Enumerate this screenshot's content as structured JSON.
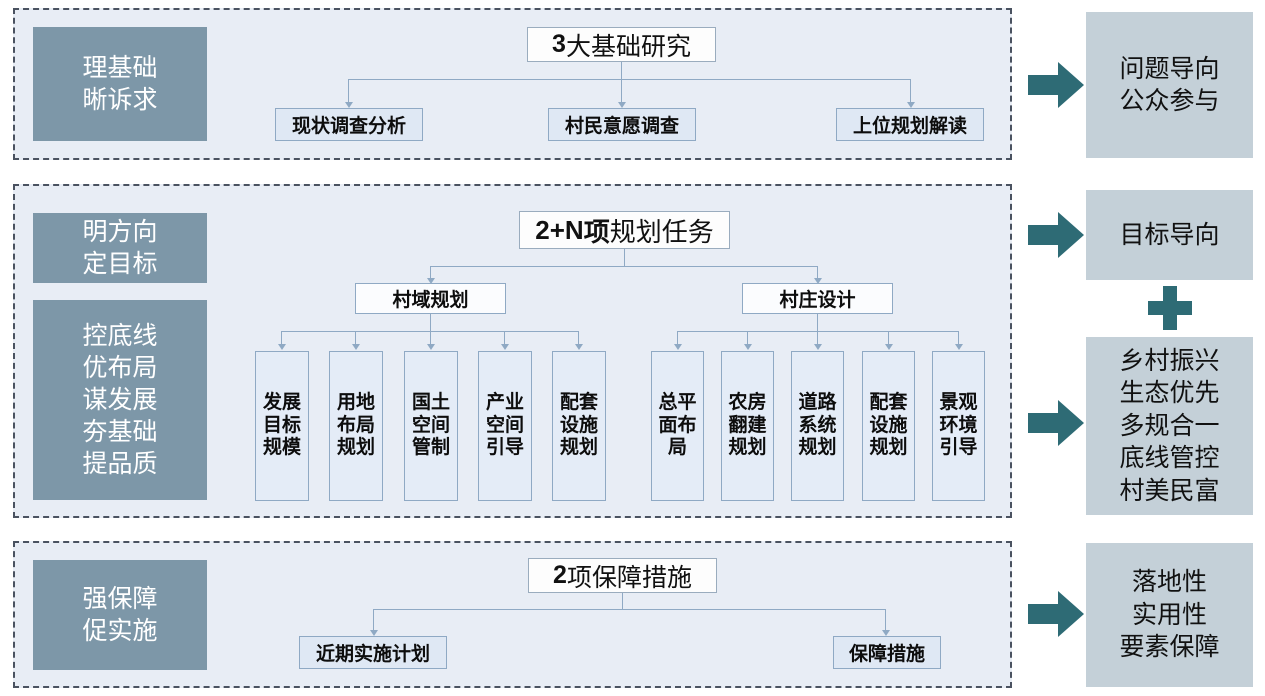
{
  "colors": {
    "panel_bg": "#e8edf5",
    "panel_border": "#4a5260",
    "slate": "#7d97a8",
    "subbox": "#dfe8f4",
    "subbox_border": "#8fa9c4",
    "grey_block": "#c4d0d8",
    "teal": "#2e6b75",
    "connector": "#8fa9c4"
  },
  "sections": [
    {
      "id": "research",
      "stage_label": "理基础\n晰诉求",
      "stage_lines": [
        "理基础",
        "晰诉求"
      ],
      "header": {
        "num": "3",
        "rest": "大基础研究"
      },
      "children": [
        {
          "label": "现状调查分析"
        },
        {
          "label": "村民意愿调查"
        },
        {
          "label": "上位规划解读"
        }
      ],
      "outcome": {
        "lines": [
          "问题导向",
          "公众参与"
        ]
      }
    },
    {
      "id": "tasks",
      "stage_labels": [
        {
          "lines": [
            "明方向",
            "定目标"
          ]
        },
        {
          "lines": [
            "控底线",
            "优布局",
            "谋发展",
            "夯基础",
            "提品质"
          ]
        }
      ],
      "header": {
        "num": "2+N",
        "mid": "项",
        "rest": "规划任务"
      },
      "branches": [
        {
          "label": "村域规划",
          "items": [
            {
              "lines": [
                "发展",
                "目标",
                "规模"
              ]
            },
            {
              "lines": [
                "用地",
                "布局",
                "规划"
              ]
            },
            {
              "lines": [
                "国土",
                "空间",
                "管制"
              ]
            },
            {
              "lines": [
                "产业",
                "空间",
                "引导"
              ]
            },
            {
              "lines": [
                "配套",
                "设施",
                "规划"
              ]
            }
          ]
        },
        {
          "label": "村庄设计",
          "items": [
            {
              "lines": [
                "总平",
                "面布",
                "局"
              ]
            },
            {
              "lines": [
                "农房",
                "翻建",
                "规划"
              ]
            },
            {
              "lines": [
                "道路",
                "系统",
                "规划"
              ]
            },
            {
              "lines": [
                "配套",
                "设施",
                "规划"
              ]
            },
            {
              "lines": [
                "景观",
                "环境",
                "引导"
              ]
            }
          ]
        }
      ],
      "outcomes": [
        {
          "lines": [
            "目标导向"
          ]
        },
        {
          "lines": [
            "乡村振兴",
            "生态优先",
            "多规合一",
            "底线管控",
            "村美民富"
          ]
        }
      ],
      "connector_symbol": "plus"
    },
    {
      "id": "safeguards",
      "stage_lines": [
        "强保障",
        "促实施"
      ],
      "header": {
        "num": "2",
        "rest": "项保障措施"
      },
      "children": [
        {
          "label": "近期实施计划"
        },
        {
          "label": "保障措施"
        }
      ],
      "outcome": {
        "lines": [
          "落地性",
          "实用性",
          "要素保障"
        ]
      }
    }
  ]
}
